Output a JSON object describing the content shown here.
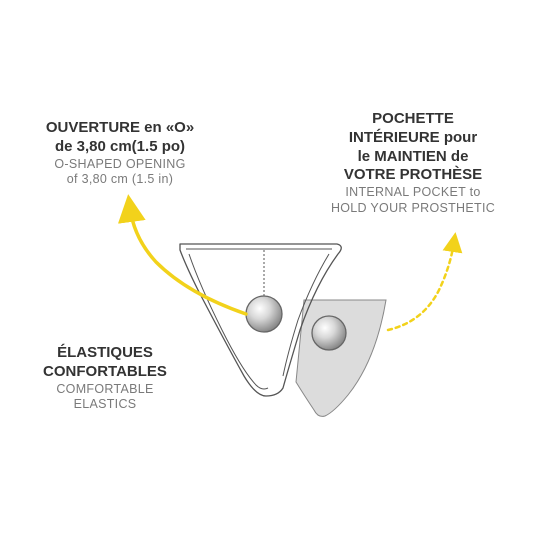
{
  "callouts": {
    "opening": {
      "fr": [
        "OUVERTURE en «O»",
        "de 3,80 cm(1.5 po)"
      ],
      "en": [
        "O-SHAPED OPENING",
        "of 3,80 cm (1.5 in)"
      ]
    },
    "pocket": {
      "fr": [
        "POCHETTE",
        "INTÉRIEURE pour",
        "le MAINTIEN de",
        "VOTRE PROTHÈSE"
      ],
      "en": [
        "INTERNAL POCKET to",
        "HOLD YOUR PROSTHETIC"
      ]
    },
    "elastics": {
      "fr": [
        "ÉLASTIQUES",
        "CONFORTABLES"
      ],
      "en": [
        "COMFORTABLE",
        "ELASTICS"
      ]
    }
  },
  "colors": {
    "arrow": "#f2d21b",
    "outline": "#555555",
    "pocket_fill": "#dcdcdc",
    "heading_text": "#333333",
    "subtext": "#7a7a7a"
  },
  "icons": {
    "arrow_opening": "curved-arrow-up-left",
    "arrow_pocket": "curved-arrow-up-right"
  }
}
